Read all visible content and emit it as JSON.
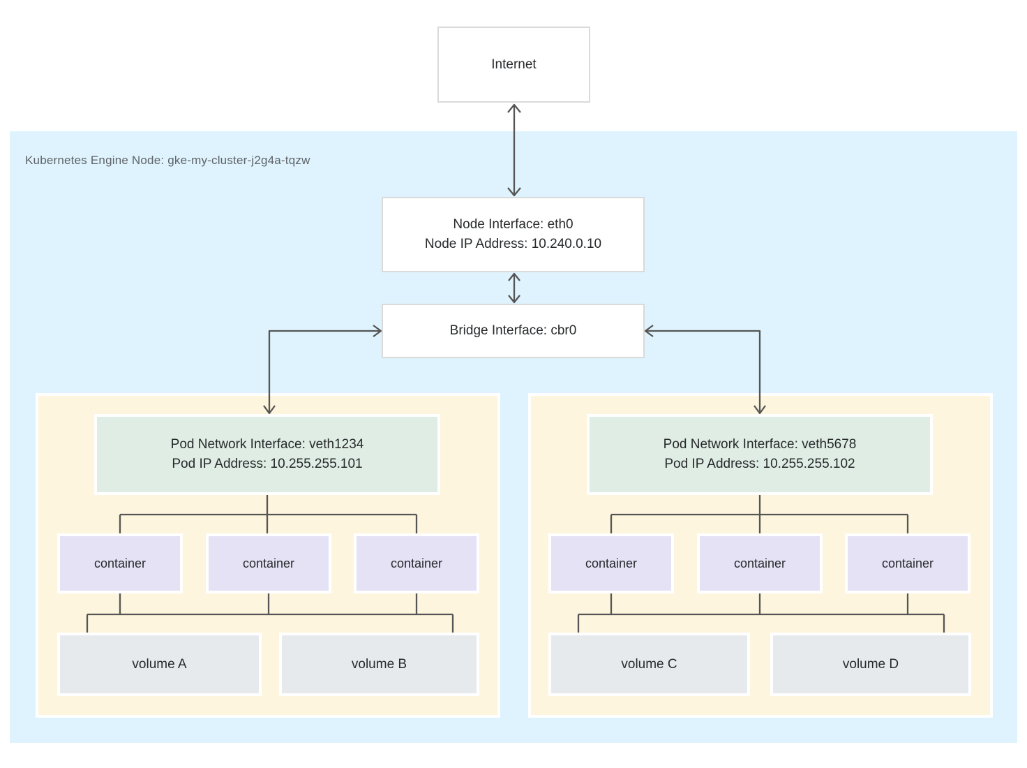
{
  "internet": {
    "label": "Internet"
  },
  "gke_node": {
    "label": "Kubernetes Engine Node: gke-my-cluster-j2g4a-tqzw",
    "node_interface": {
      "line1": "Node Interface: eth0",
      "line2": "Node IP Address: 10.240.0.10"
    },
    "bridge_interface": {
      "label": "Bridge Interface: cbr0"
    }
  },
  "pods": [
    {
      "network_interface": {
        "line1": "Pod Network Interface: veth1234",
        "line2": "Pod IP Address: 10.255.255.101"
      },
      "containers": [
        {
          "label": "container"
        },
        {
          "label": "container"
        },
        {
          "label": "container"
        }
      ],
      "volumes": [
        {
          "label": "volume A"
        },
        {
          "label": "volume B"
        }
      ]
    },
    {
      "network_interface": {
        "line1": "Pod Network Interface: veth5678",
        "line2": "Pod IP Address: 10.255.255.102"
      },
      "containers": [
        {
          "label": "container"
        },
        {
          "label": "container"
        },
        {
          "label": "container"
        }
      ],
      "volumes": [
        {
          "label": "volume C"
        },
        {
          "label": "volume D"
        }
      ]
    }
  ],
  "colors": {
    "node_region_bg": "#def3fd",
    "pod_bg": "#fdf5dd",
    "pod_interface_bg": "#dfede5",
    "container_bg": "#e5e2f6",
    "volume_bg": "#e7eaed",
    "connector": "#555555",
    "white_box_border": "#dadada",
    "text": "#27292b",
    "region_label_text": "#5f6368"
  }
}
